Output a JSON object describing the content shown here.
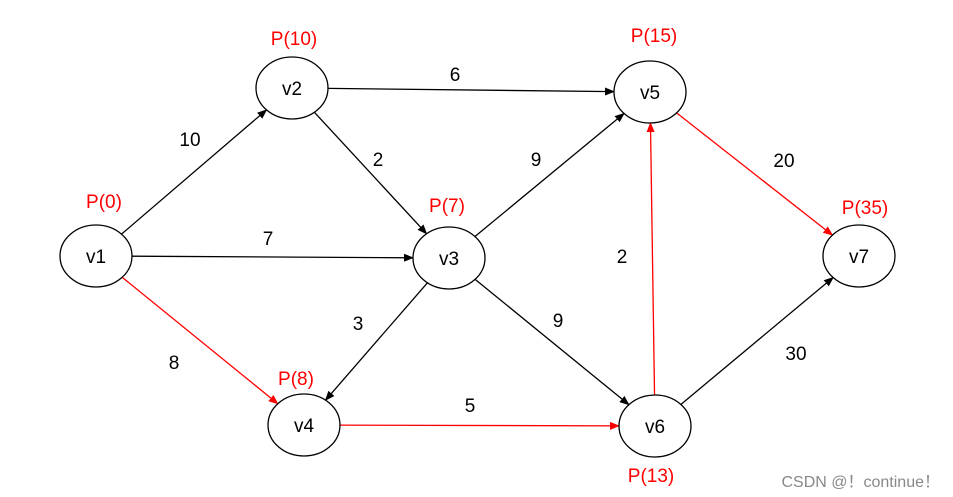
{
  "colors": {
    "default_edge": "#000000",
    "path_edge": "#ff0000",
    "potential_label": "#ff0000",
    "node_stroke": "#000000",
    "watermark": "#888888"
  },
  "nodes": {
    "v1": {
      "label": "v1",
      "potential": "P(0)"
    },
    "v2": {
      "label": "v2",
      "potential": "P(10)"
    },
    "v3": {
      "label": "v3",
      "potential": "P(7)"
    },
    "v4": {
      "label": "v4",
      "potential": "P(8)"
    },
    "v5": {
      "label": "v5",
      "potential": "P(15)"
    },
    "v6": {
      "label": "v6",
      "potential": "P(13)"
    },
    "v7": {
      "label": "v7",
      "potential": "P(35)"
    }
  },
  "edges": [
    {
      "from": "v1",
      "to": "v2",
      "weight": "10",
      "highlighted": false
    },
    {
      "from": "v1",
      "to": "v3",
      "weight": "7",
      "highlighted": false
    },
    {
      "from": "v1",
      "to": "v4",
      "weight": "8",
      "highlighted": true
    },
    {
      "from": "v2",
      "to": "v5",
      "weight": "6",
      "highlighted": false
    },
    {
      "from": "v2",
      "to": "v3",
      "weight": "2",
      "highlighted": false
    },
    {
      "from": "v3",
      "to": "v5",
      "weight": "9",
      "highlighted": false
    },
    {
      "from": "v3",
      "to": "v4",
      "weight": "3",
      "highlighted": false
    },
    {
      "from": "v3",
      "to": "v6",
      "weight": "9",
      "highlighted": false
    },
    {
      "from": "v4",
      "to": "v6",
      "weight": "5",
      "highlighted": true
    },
    {
      "from": "v6",
      "to": "v5",
      "weight": "2",
      "highlighted": true
    },
    {
      "from": "v5",
      "to": "v7",
      "weight": "20",
      "highlighted": true
    },
    {
      "from": "v6",
      "to": "v7",
      "weight": "30",
      "highlighted": false
    }
  ],
  "watermark": "CSDN @！continue！"
}
